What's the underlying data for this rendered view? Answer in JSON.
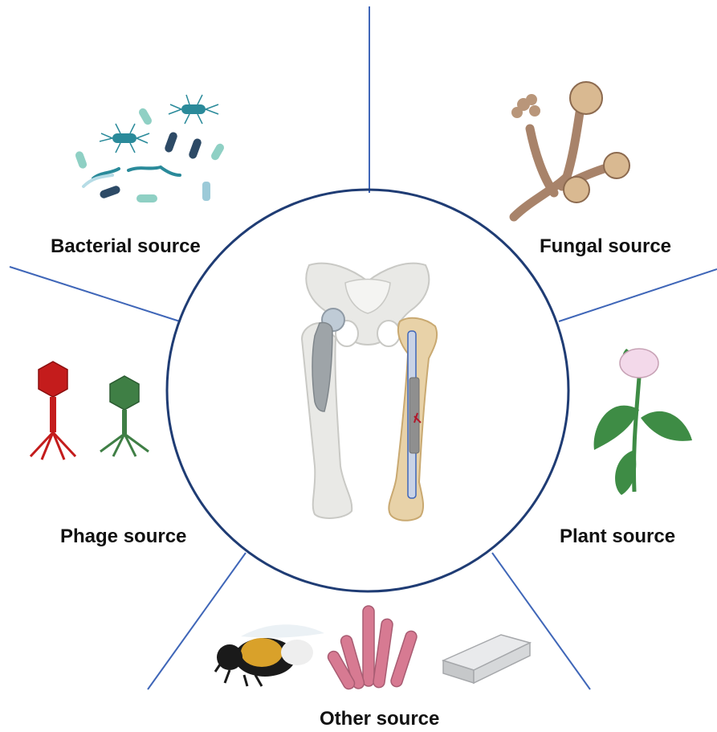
{
  "sources": {
    "bacterial": "Bacterial source",
    "fungal": "Fungal source",
    "phage": "Phage source",
    "plant": "Plant source",
    "other": "Other source"
  },
  "colors": {
    "divider_line": "#3f66b8",
    "center_circle": "#1f3c74",
    "bone": "#e9e9e6",
    "bone_shadow": "#c9c9c5",
    "implant_metal": "#9ea4a8",
    "infected_bone": "#e8d2a8",
    "bacteria_teal": "#2a8a9a",
    "bacteria_light": "#8fd0c4",
    "bacteria_dark": "#2d4a66",
    "fungus_brown": "#a8836a",
    "phage_red": "#c41c1c",
    "phage_green": "#3f7f45",
    "plant_green": "#3e8c45",
    "flower_pink": "#f3d9ea",
    "bee_black": "#1a1a1a",
    "bee_yellow": "#d9a12a",
    "sponge_pink": "#d77a92",
    "silver": "#d6d8da"
  },
  "icons": [
    "bacteria-cluster-icon",
    "fungus-icon",
    "phage-red-icon",
    "phage-green-icon",
    "plant-icon",
    "bee-icon",
    "sponge-icon",
    "silver-bar-icon",
    "hip-implant-skeleton-icon"
  ]
}
